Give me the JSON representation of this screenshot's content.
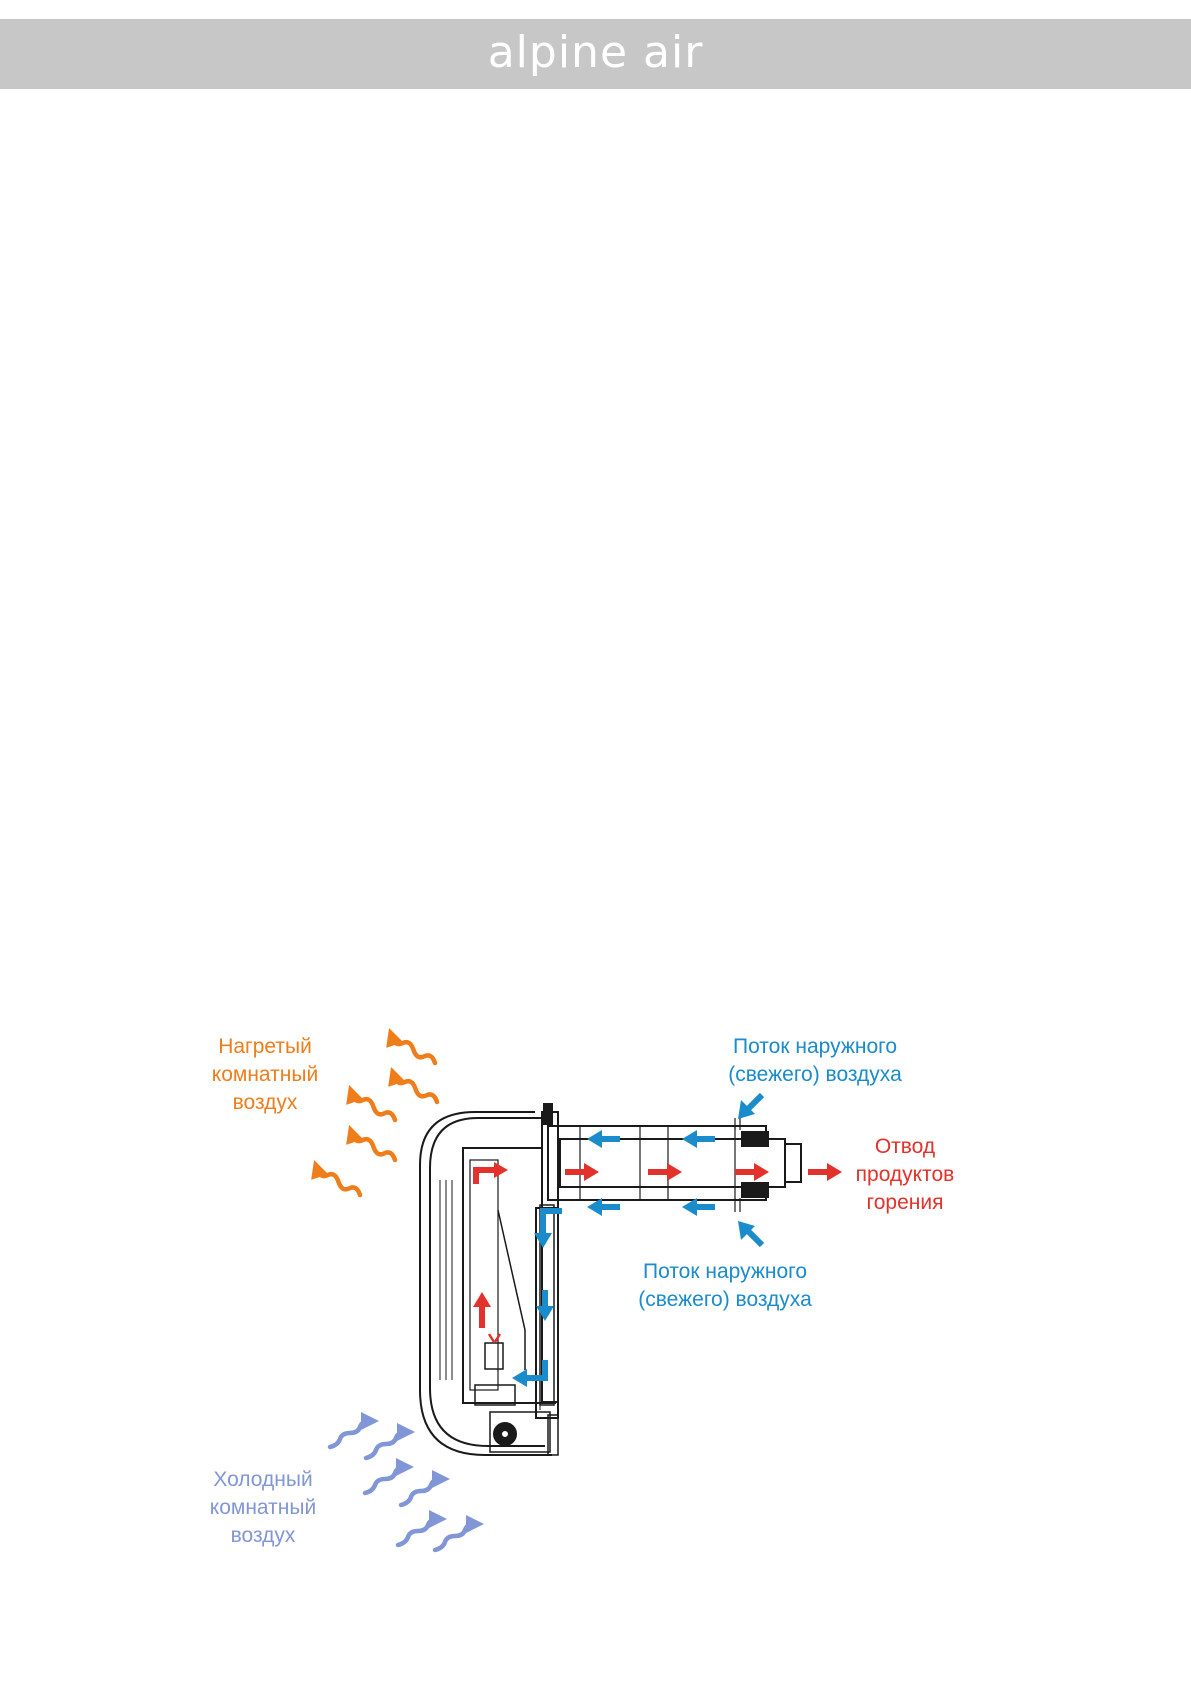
{
  "header": {
    "brand": "alpine air"
  },
  "colors": {
    "warm": "#ef7d1a",
    "fresh": "#1a8bcb",
    "exhaust": "#e3312b",
    "cold": "#8196d6",
    "header_bg": "#c6c7c6"
  },
  "labels": {
    "warm_air": [
      "Нагретый",
      "комнатный",
      "воздух"
    ],
    "fresh_air_top": [
      "Поток наружного",
      "(свежего) воздуха"
    ],
    "exhaust": [
      "Отвод",
      "продуктов",
      "горения"
    ],
    "fresh_air_bottom": [
      "Поток наружного",
      "(свежего) воздуха"
    ],
    "cold_air": [
      "Холодный",
      "комнатный",
      "воздух"
    ]
  },
  "icons": {
    "warm": "wavy-arrow-icon",
    "cold": "wavy-arrow-icon",
    "flow": "arrow-icon"
  }
}
